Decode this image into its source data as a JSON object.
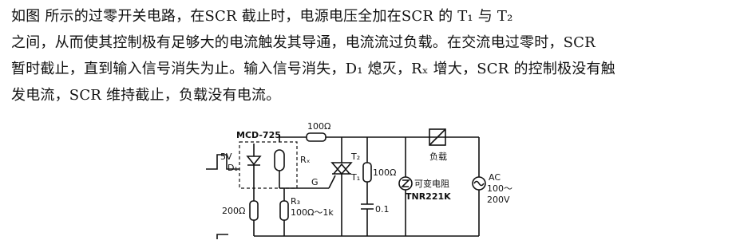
{
  "text": {
    "line1": "如图 所示的过零开关电路，在SCR 截止时，电源电压全加在SCR 的 T₁ 与 T₂",
    "line2": "之间，从而使其控制极有足够大的电流触发其导通，电流流过负载。在交流电过零时，SCR",
    "line3": "暂时截止，直到输入信号消失为止。输入信号消失，D₁ 熄灭，Rₓ 增大，SCR 的控制极没有触",
    "line4": "发电流，SCR 维持截止，负载没有电流。"
  },
  "circuit": {
    "mcd": "MCD-725",
    "r_top": "100Ω",
    "v_in": "5V",
    "d1": "D₁",
    "rx": "Rₓ",
    "t2": "T₂",
    "t1": "T₁",
    "g": "G",
    "r_snub": "100Ω",
    "r_s": "R₃",
    "r_s_value": "100Ω～1k",
    "r_bottom": "200Ω",
    "cap": "0.1",
    "varistor_cn": "可变电阻",
    "varistor_model": "TNR221K",
    "load": "负载",
    "ac": "AC",
    "ac_range": "100～",
    "ac_volt": "200V"
  }
}
